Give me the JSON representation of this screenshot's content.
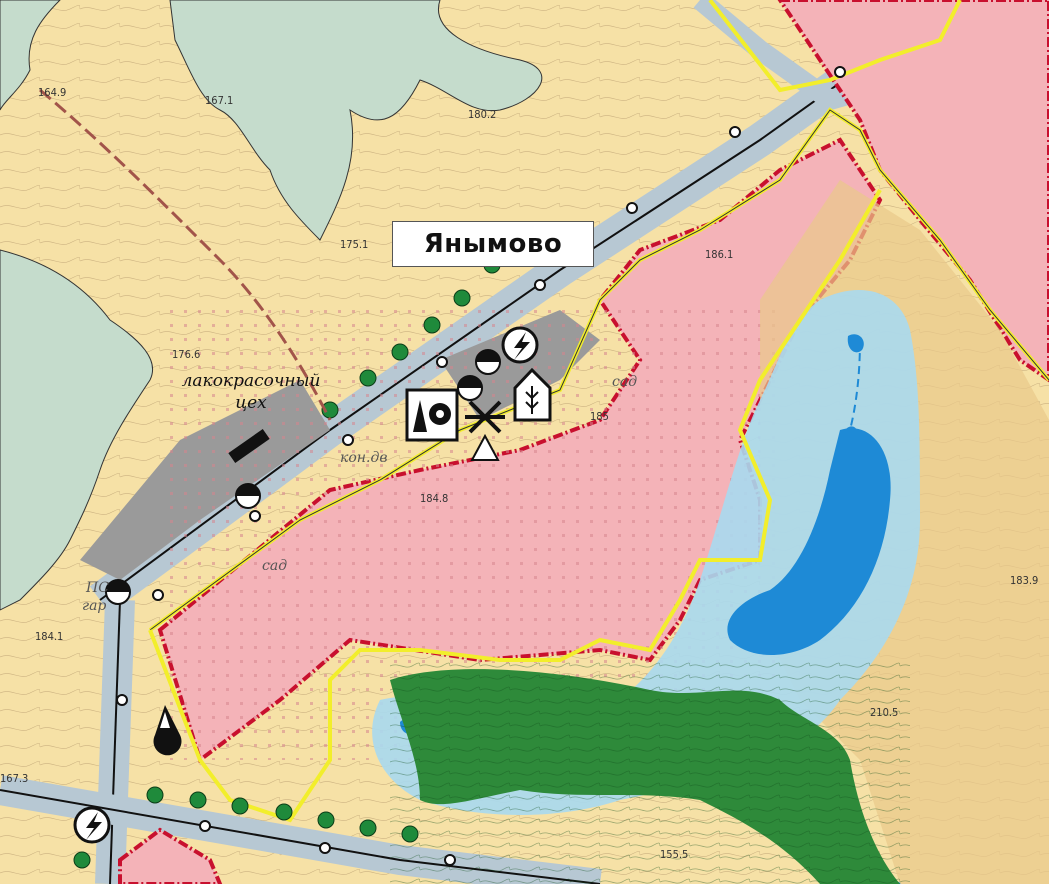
{
  "map": {
    "settlement_label": "Янымово",
    "industrial_label_line1": "лакокрасочный",
    "industrial_label_line2": "цех",
    "elevations": [
      "164.9",
      "167.1",
      "180.2",
      "175.1",
      "176.6",
      "185",
      "184.8",
      "186.1",
      "184.1",
      "167.3",
      "155.5",
      "183.9",
      "210.5"
    ],
    "small_labels": [
      "сад",
      "кон.дв",
      "ПС",
      "сад",
      "гар"
    ],
    "colors": {
      "residential": "#f4b3b8",
      "agricultural": "#f6e1a6",
      "forest_green": "#c5dccc",
      "dense_forest": "#2e8a3a",
      "water": "#1e8ad6",
      "water_buffer": "#a9d9ef",
      "road": "#b7c8d3",
      "industrial": "#9a9a9a",
      "boundary_yellow": "#f2ee2b",
      "boundary_red": "#c8102e",
      "tree_row": "#1f8a3b"
    },
    "symbols": [
      "substation-icon",
      "gas-icon",
      "sawmill-icon",
      "grain-icon",
      "windmill-icon",
      "tower-icon",
      "water-tank-icon"
    ]
  }
}
